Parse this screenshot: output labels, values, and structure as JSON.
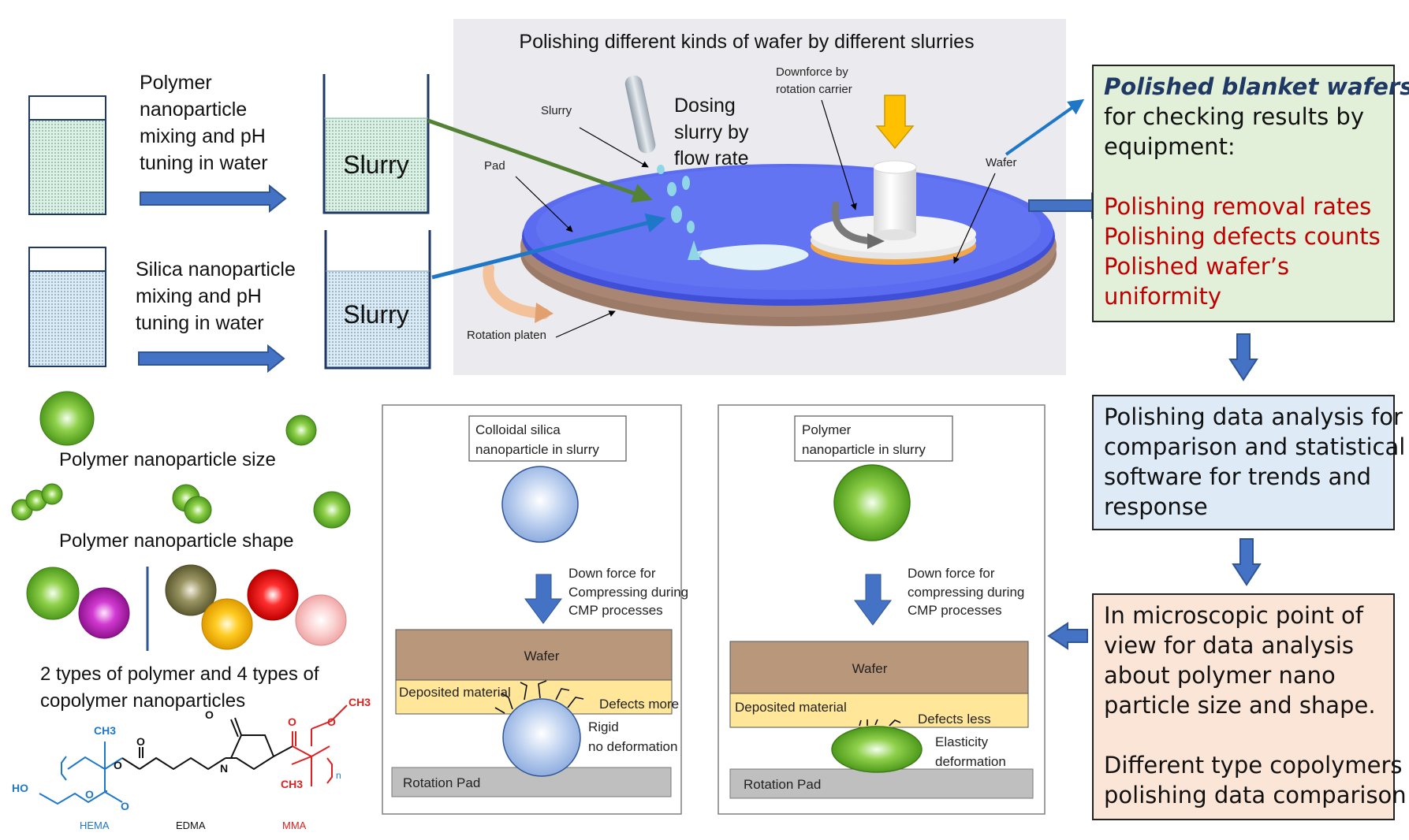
{
  "top_left": {
    "step1_text": [
      "Polymer",
      "nanoparticle",
      "mixing and pH",
      "tuning in water"
    ],
    "step2_text": [
      "Silica nanoparticle",
      "mixing and pH",
      "tuning in water"
    ],
    "slurry_label": "Slurry"
  },
  "polishing": {
    "title": "Polishing different kinds of wafer by different slurries",
    "slurry": "Slurry",
    "pad": "Pad",
    "dosing": [
      "Dosing",
      "slurry by",
      "flow rate"
    ],
    "downforce": [
      "Downforce by",
      "rotation carrier"
    ],
    "wafer": "Wafer",
    "rotation_platen": "Rotation platen"
  },
  "results_box": {
    "title": "Polished blanket wafers",
    "lines": [
      "for checking results by",
      "equipment:"
    ],
    "red_lines": [
      "Polishing removal rates",
      "Polishing defects counts",
      "Polished wafer’s",
      "uniformity"
    ]
  },
  "analysis_box": {
    "lines": [
      "Polishing data analysis for",
      "comparison and statistical",
      "software for trends and",
      "response"
    ]
  },
  "micro_box": {
    "lines": [
      "In microscopic point of",
      "view for data analysis",
      "about polymer nano",
      "particle size and shape."
    ],
    "lines2": [
      "Different type copolymers",
      "polishing data comparison"
    ]
  },
  "left_panel": {
    "size_label": "Polymer nanoparticle size",
    "shape_label": "Polymer nanoparticle shape",
    "types_label": [
      "2 types of polymer and 4 types of",
      "copolymer nanoparticles"
    ]
  },
  "chemistry": {
    "ch3_left": "CH3",
    "ch3_right": "CH3",
    "ch3_bottom": "CH3",
    "ho": "HO",
    "o": "O",
    "n_left": "N",
    "n_sub": "n",
    "hema": "HEMA",
    "edma": "EDMA",
    "mma": "MMA"
  },
  "silica_panel": {
    "header": [
      "Colloidal silica",
      "nanoparticle in slurry"
    ],
    "force": [
      "Down force for",
      "Compressing during",
      "CMP processes"
    ],
    "wafer": "Wafer",
    "deposited": "Deposited material",
    "defects": "Defects more",
    "rigid": [
      "Rigid",
      "no deformation"
    ],
    "pad": "Rotation Pad"
  },
  "polymer_panel": {
    "header": [
      "Polymer",
      "nanoparticle in slurry"
    ],
    "force": [
      "Down force for",
      "compressing  during",
      "CMP processes"
    ],
    "wafer": "Wafer",
    "deposited": "Deposited material",
    "defects": "Defects less",
    "elastic": [
      "Elasticity",
      "deformation"
    ],
    "pad": "Rotation Pad"
  },
  "colors": {
    "arrow_blue": "#2f5597",
    "arrow_green": "#548235",
    "arrow_light_blue": "#1f77c8",
    "wafer_brown": "#b9977a",
    "deposited_yellow": "#ffe699",
    "pad_gray": "#bfbfbf",
    "results_bg": "#e2f0d9",
    "analysis_bg": "#deebf7",
    "micro_bg": "#fbe5d6",
    "red_text": "#c00000"
  }
}
